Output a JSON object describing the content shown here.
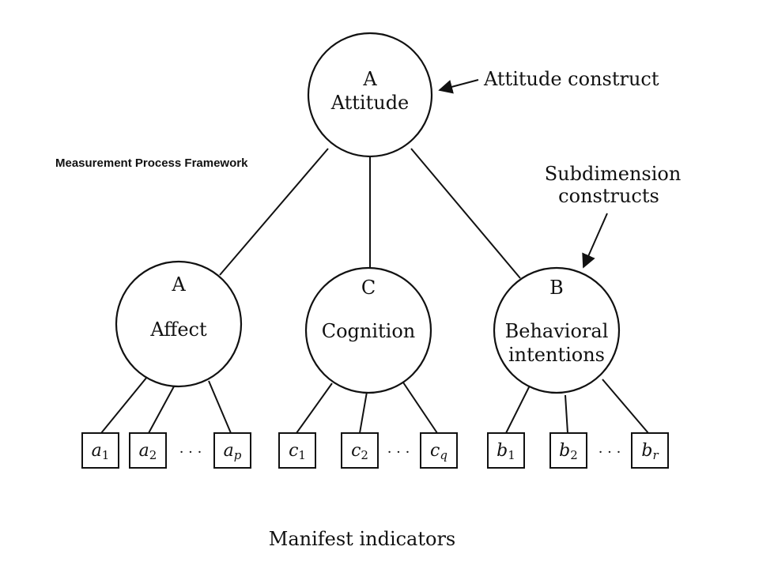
{
  "figure_title": "Measurement Process Framework",
  "root": {
    "letter": "A",
    "label": "Attitude"
  },
  "callouts": {
    "attitude_construct": "Attitude construct",
    "subdimension_line1": "Subdimension",
    "subdimension_line2": "constructs"
  },
  "subdimensions": [
    {
      "letter": "A",
      "label_line1": "Affect",
      "label_line2": ""
    },
    {
      "letter": "C",
      "label_line1": "Cognition",
      "label_line2": ""
    },
    {
      "letter": "B",
      "label_line1": "Behavioral",
      "label_line2": "intentions"
    }
  ],
  "indicators": [
    {
      "base": "a",
      "sub1": "1",
      "sub2": "2",
      "subn": "p"
    },
    {
      "base": "c",
      "sub1": "1",
      "sub2": "2",
      "subn": "q"
    },
    {
      "base": "b",
      "sub1": "1",
      "sub2": "2",
      "subn": "r"
    }
  ],
  "ellipsis": "· · ·",
  "footer_label": "Manifest indicators"
}
